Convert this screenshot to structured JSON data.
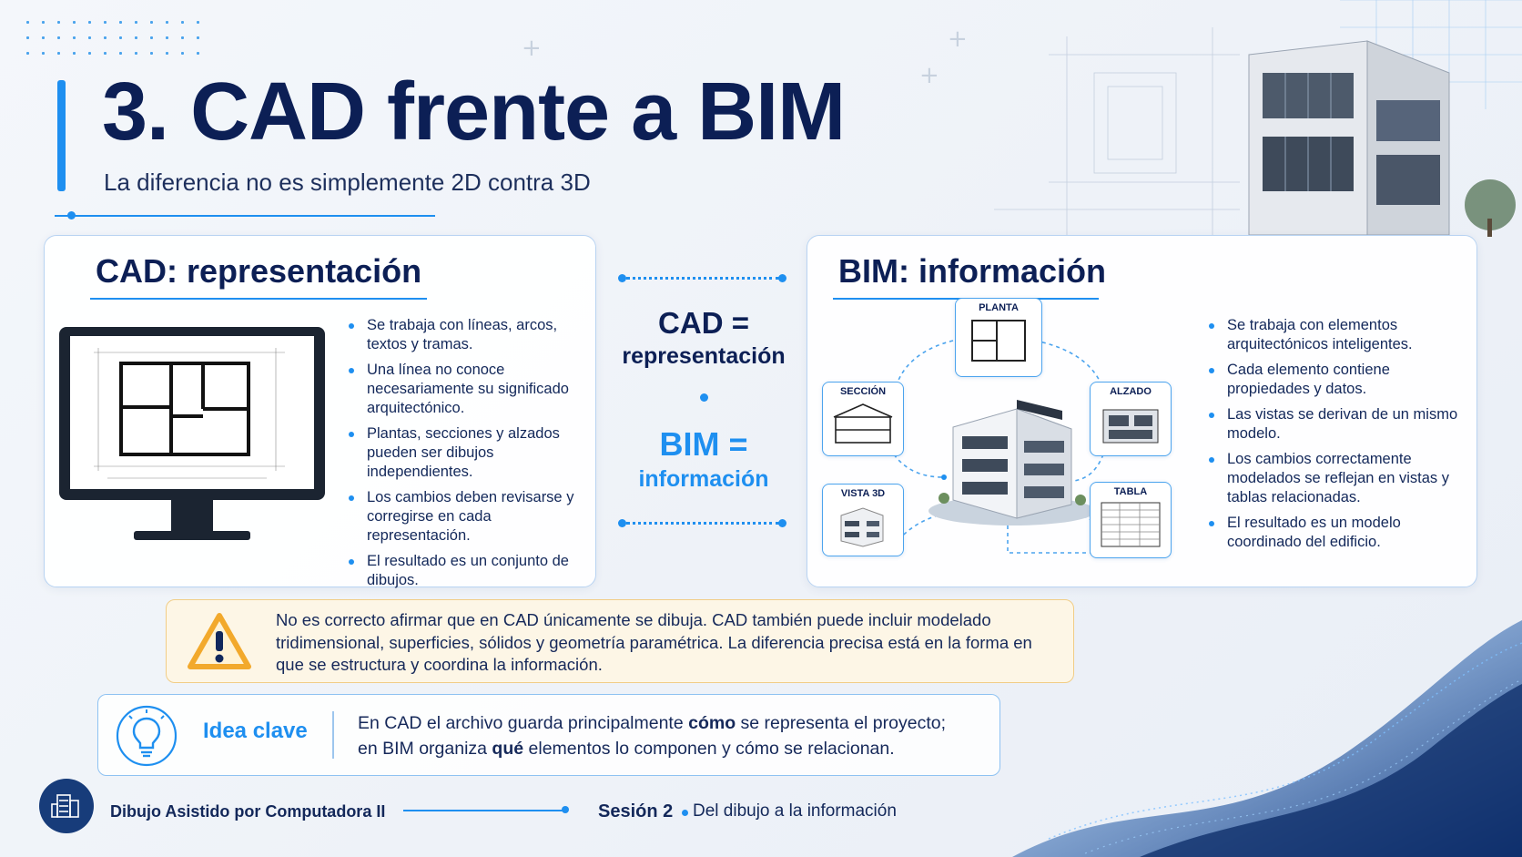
{
  "header": {
    "title": "3. CAD frente a BIM",
    "subtitle": "La diferencia no es simplemente 2D contra 3D"
  },
  "cad_panel": {
    "title": "CAD: representación",
    "bullets": [
      "Se trabaja con líneas, arcos, textos y tramas.",
      "Una línea no conoce necesariamente su significado arquitectónico.",
      "Plantas, secciones y alzados pueden ser dibujos independientes.",
      "Los cambios deben revisarse y corregirse en cada representación.",
      "El resultado es un conjunto de dibujos."
    ]
  },
  "center": {
    "cad_eq": "CAD =",
    "cad_word": "representación",
    "bim_eq": "BIM =",
    "bim_word": "información"
  },
  "bim_panel": {
    "title": "BIM: información",
    "views": {
      "planta": "PLANTA",
      "seccion": "SECCIÓN",
      "alzado": "ALZADO",
      "vista3d": "VISTA 3D",
      "tabla": "TABLA"
    },
    "bullets": [
      "Se trabaja con elementos arquitectónicos inteligentes.",
      "Cada elemento contiene propiedades y datos.",
      "Las vistas se derivan de un mismo modelo.",
      "Los cambios correctamente modelados se reflejan en vistas y tablas relacionadas.",
      "El resultado es un modelo coordinado del edificio."
    ]
  },
  "warning": {
    "text": "No es correcto afirmar que en CAD únicamente se dibuja. CAD también puede incluir modelado tridimensional, superficies, sólidos y geometría paramétrica. La diferencia precisa está en la forma en que se estructura y coordina la información."
  },
  "idea": {
    "label": "Idea clave",
    "line1_a": "En CAD el archivo guarda principalmente ",
    "line1_bold": "cómo",
    "line1_b": " se representa el proyecto;",
    "line2_a": "en BIM organiza ",
    "line2_bold": "qué",
    "line2_b": " elementos lo componen y cómo se relacionan."
  },
  "footer": {
    "course": "Dibujo Asistido por Computadora II",
    "session": "Sesión 2",
    "session_title": "Del dibujo a la información"
  },
  "colors": {
    "accent": "#1e8ff0",
    "navy": "#0c1f55",
    "warning_bg": "#fdf6e6",
    "warning_icon": "#f2a92c"
  }
}
